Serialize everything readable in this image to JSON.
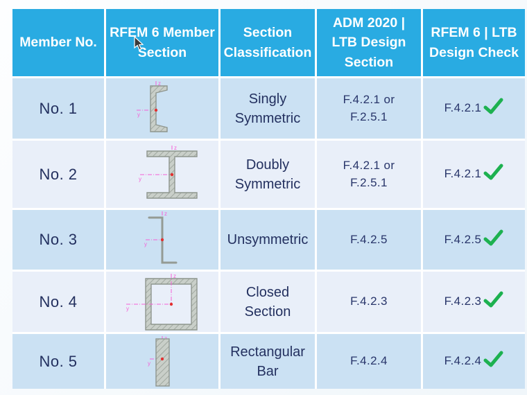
{
  "header": {
    "columns": [
      "Member No.",
      "RFEM 6 Member Section",
      "Section Classification",
      "ADM 2020 | LTB Design Section",
      "RFEM 6 | LTB Design Check"
    ]
  },
  "rows": [
    {
      "member_no": "No. 1",
      "section_icon": "channel-section",
      "classification": "Singly Symmetric",
      "adm_section": "F.4.2.1 or F.2.5.1",
      "ltb_check": "F.4.2.1",
      "check": "pass"
    },
    {
      "member_no": "No. 2",
      "section_icon": "i-section",
      "classification": "Doubly Symmetric",
      "adm_section": "F.4.2.1 or F.2.5.1",
      "ltb_check": "F.4.2.1",
      "check": "pass"
    },
    {
      "member_no": "No. 3",
      "section_icon": "z-section",
      "classification": "Unsymmetric",
      "adm_section": "F.4.2.5",
      "ltb_check": "F.4.2.5",
      "check": "pass"
    },
    {
      "member_no": "No. 4",
      "section_icon": "box-section",
      "classification": "Closed Section",
      "adm_section": "F.4.2.3",
      "ltb_check": "F.4.2.3",
      "check": "pass"
    },
    {
      "member_no": "No. 5",
      "section_icon": "rectangular-bar",
      "classification": "Rectangular Bar",
      "adm_section": "F.4.2.4",
      "ltb_check": "F.4.2.4",
      "check": "pass"
    }
  ],
  "axis_labels": {
    "vertical": "z",
    "horizontal": "y"
  },
  "colors": {
    "header_bg": "#29abe2",
    "header_text": "#ffffff",
    "row_odd_bg": "#cbe1f3",
    "row_even_bg": "#e9eff9",
    "body_text": "#23305f",
    "check_green": "#1db150",
    "axis_magenta": "#f55fd7",
    "centroid_red": "#e23030",
    "section_fill": "#c9cfc9",
    "section_outline": "#8e958e"
  }
}
